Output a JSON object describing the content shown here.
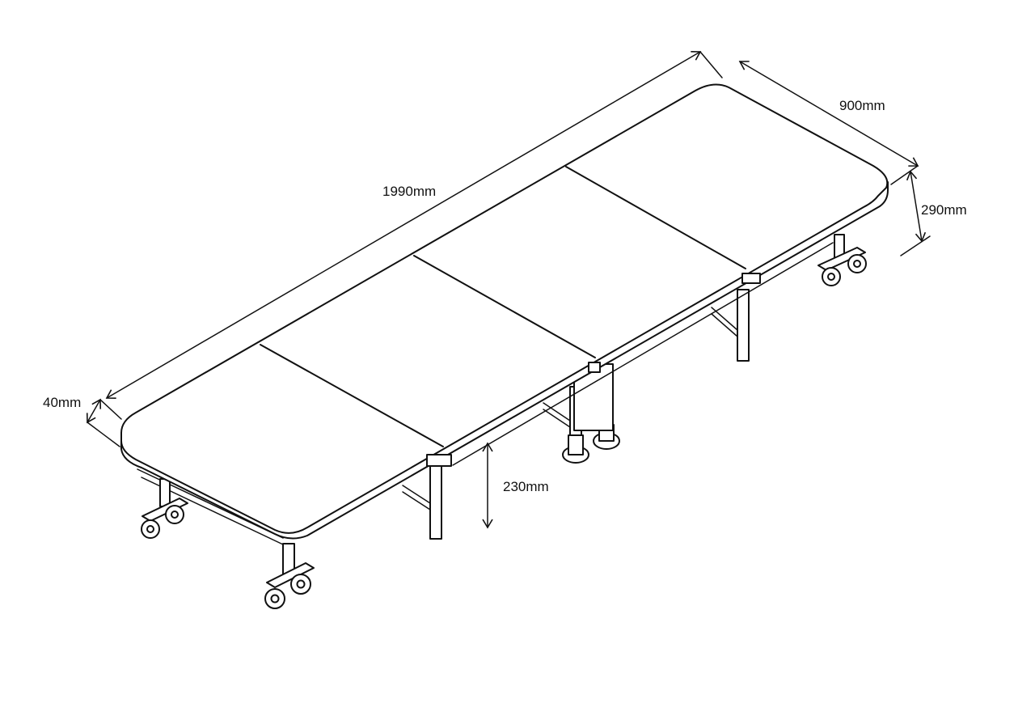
{
  "dimensions": {
    "length": "1990mm",
    "width": "900mm",
    "thickness": "40mm",
    "bed_height": "290mm",
    "leg_height": "230mm"
  }
}
